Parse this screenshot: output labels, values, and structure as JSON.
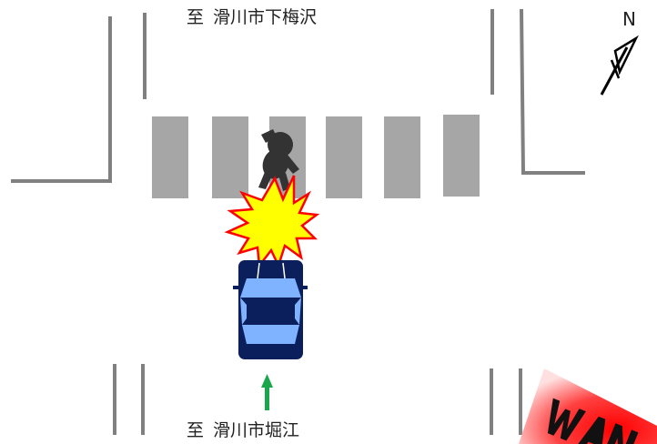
{
  "labels": {
    "north_prefix": "至",
    "north_destination": "滑川市下梅沢",
    "south_prefix": "至",
    "south_destination": "滑川市堀江"
  },
  "compass": {
    "letter": "N",
    "icon": "north-arrow-icon"
  },
  "icons": {
    "pedestrian": "pedestrian-icon",
    "impact": "collision-burst-icon",
    "vehicle": "car-topview-icon",
    "direction": "arrow-up-icon",
    "warning": "warning-sign-icon"
  },
  "colors": {
    "road_line": "#808080",
    "crosswalk_stripe": "#a6a6a6",
    "car_body": "#0a1f5c",
    "car_glass": "#7fb2ff",
    "impact_fill": "#ffff00",
    "impact_stroke": "#ff0000",
    "pedestrian": "#333333",
    "travel_arrow": "#1aa64a",
    "warning": "#ff1a1a"
  }
}
